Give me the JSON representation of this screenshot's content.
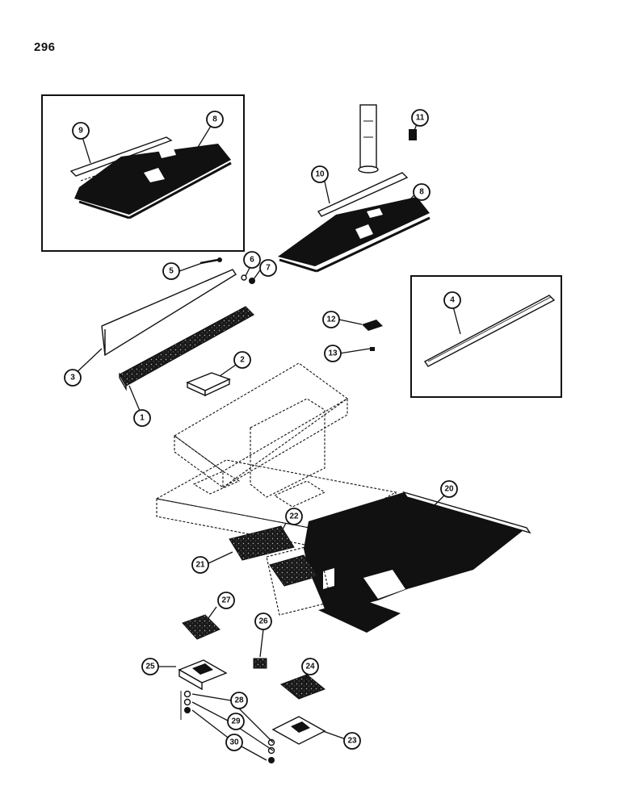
{
  "page_number": "296",
  "callouts": [
    "1",
    "2",
    "3",
    "4",
    "5",
    "6",
    "7",
    "8",
    "8",
    "9",
    "10",
    "11",
    "12",
    "13",
    "20",
    "21",
    "22",
    "23",
    "24",
    "25",
    "26",
    "27",
    "28",
    "29",
    "30"
  ]
}
